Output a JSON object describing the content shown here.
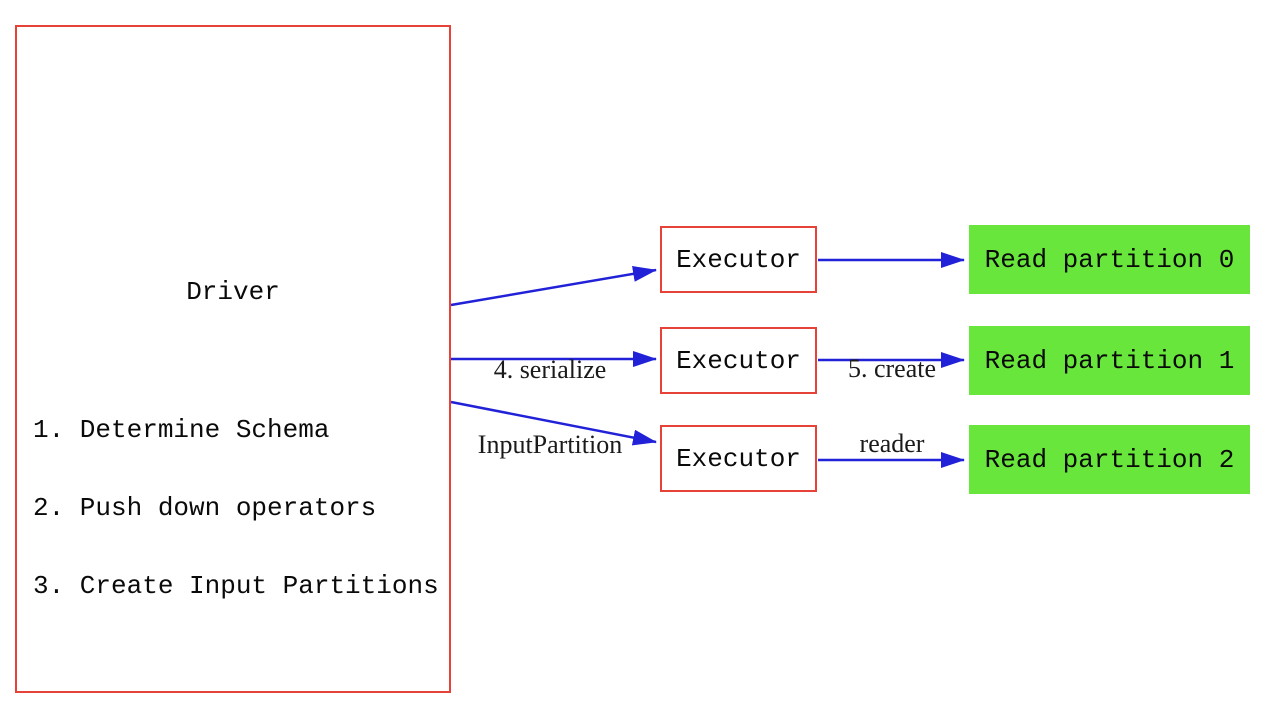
{
  "diagram": {
    "driver": {
      "title": "Driver",
      "steps": [
        "1. Determine Schema",
        "2. Push down operators",
        "3. Create Input Partitions"
      ]
    },
    "executors": [
      {
        "label": "Executor"
      },
      {
        "label": "Executor"
      },
      {
        "label": "Executor"
      }
    ],
    "partitions": [
      {
        "label": "Read partition 0"
      },
      {
        "label": "Read partition 1"
      },
      {
        "label": "Read partition 2"
      }
    ],
    "edge_labels": {
      "serialize": {
        "line1": "4. serialize",
        "line2": "InputPartition"
      },
      "create_reader": {
        "line1": "5. create",
        "line2": "reader"
      }
    },
    "colors": {
      "box_border_red": "#e74237",
      "partition_green": "#69e63c",
      "arrow_blue": "#2121d8"
    }
  }
}
